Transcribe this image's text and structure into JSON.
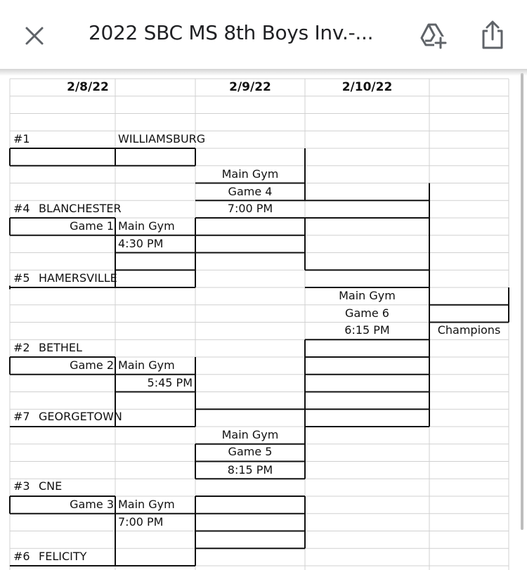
{
  "header": {
    "title": "2022 SBC MS 8th Boys Inv.-...",
    "close_icon": "close-icon",
    "drive_icon": "add-to-drive-icon",
    "share_icon": "share-icon"
  },
  "dates": {
    "day1": "2/8/22",
    "day2": "2/9/22",
    "day3": "2/10/22"
  },
  "teams": {
    "seed1": "#1",
    "name1": "WILLIAMSBURG",
    "seed4": "#4",
    "name4": "BLANCHESTER",
    "seed5": "#5",
    "name5": "HAMERSVILLE",
    "seed2": "#2",
    "name2": "BETHEL",
    "seed7": "#7",
    "name7": "GEORGETOWN",
    "seed3": "#3",
    "name3": "CNE",
    "seed6": "#6",
    "name6": "FELICITY"
  },
  "games": {
    "g1": {
      "label": "Game 1",
      "venue": "Main Gym",
      "time": "4:30 PM"
    },
    "g2": {
      "label": "Game 2",
      "venue": "Main Gym",
      "time": "5:45 PM"
    },
    "g3": {
      "label": "Game 3",
      "venue": "Main Gym",
      "time": "7:00 PM"
    },
    "g4": {
      "label": "Game 4",
      "venue": "Main Gym",
      "time": "7:00 PM"
    },
    "g5": {
      "label": "Game 5",
      "venue": "Main Gym",
      "time": "8:15 PM"
    },
    "g6": {
      "label": "Game 6",
      "venue": "Main Gym",
      "time": "6:15 PM"
    }
  },
  "champions_label": "Champions"
}
